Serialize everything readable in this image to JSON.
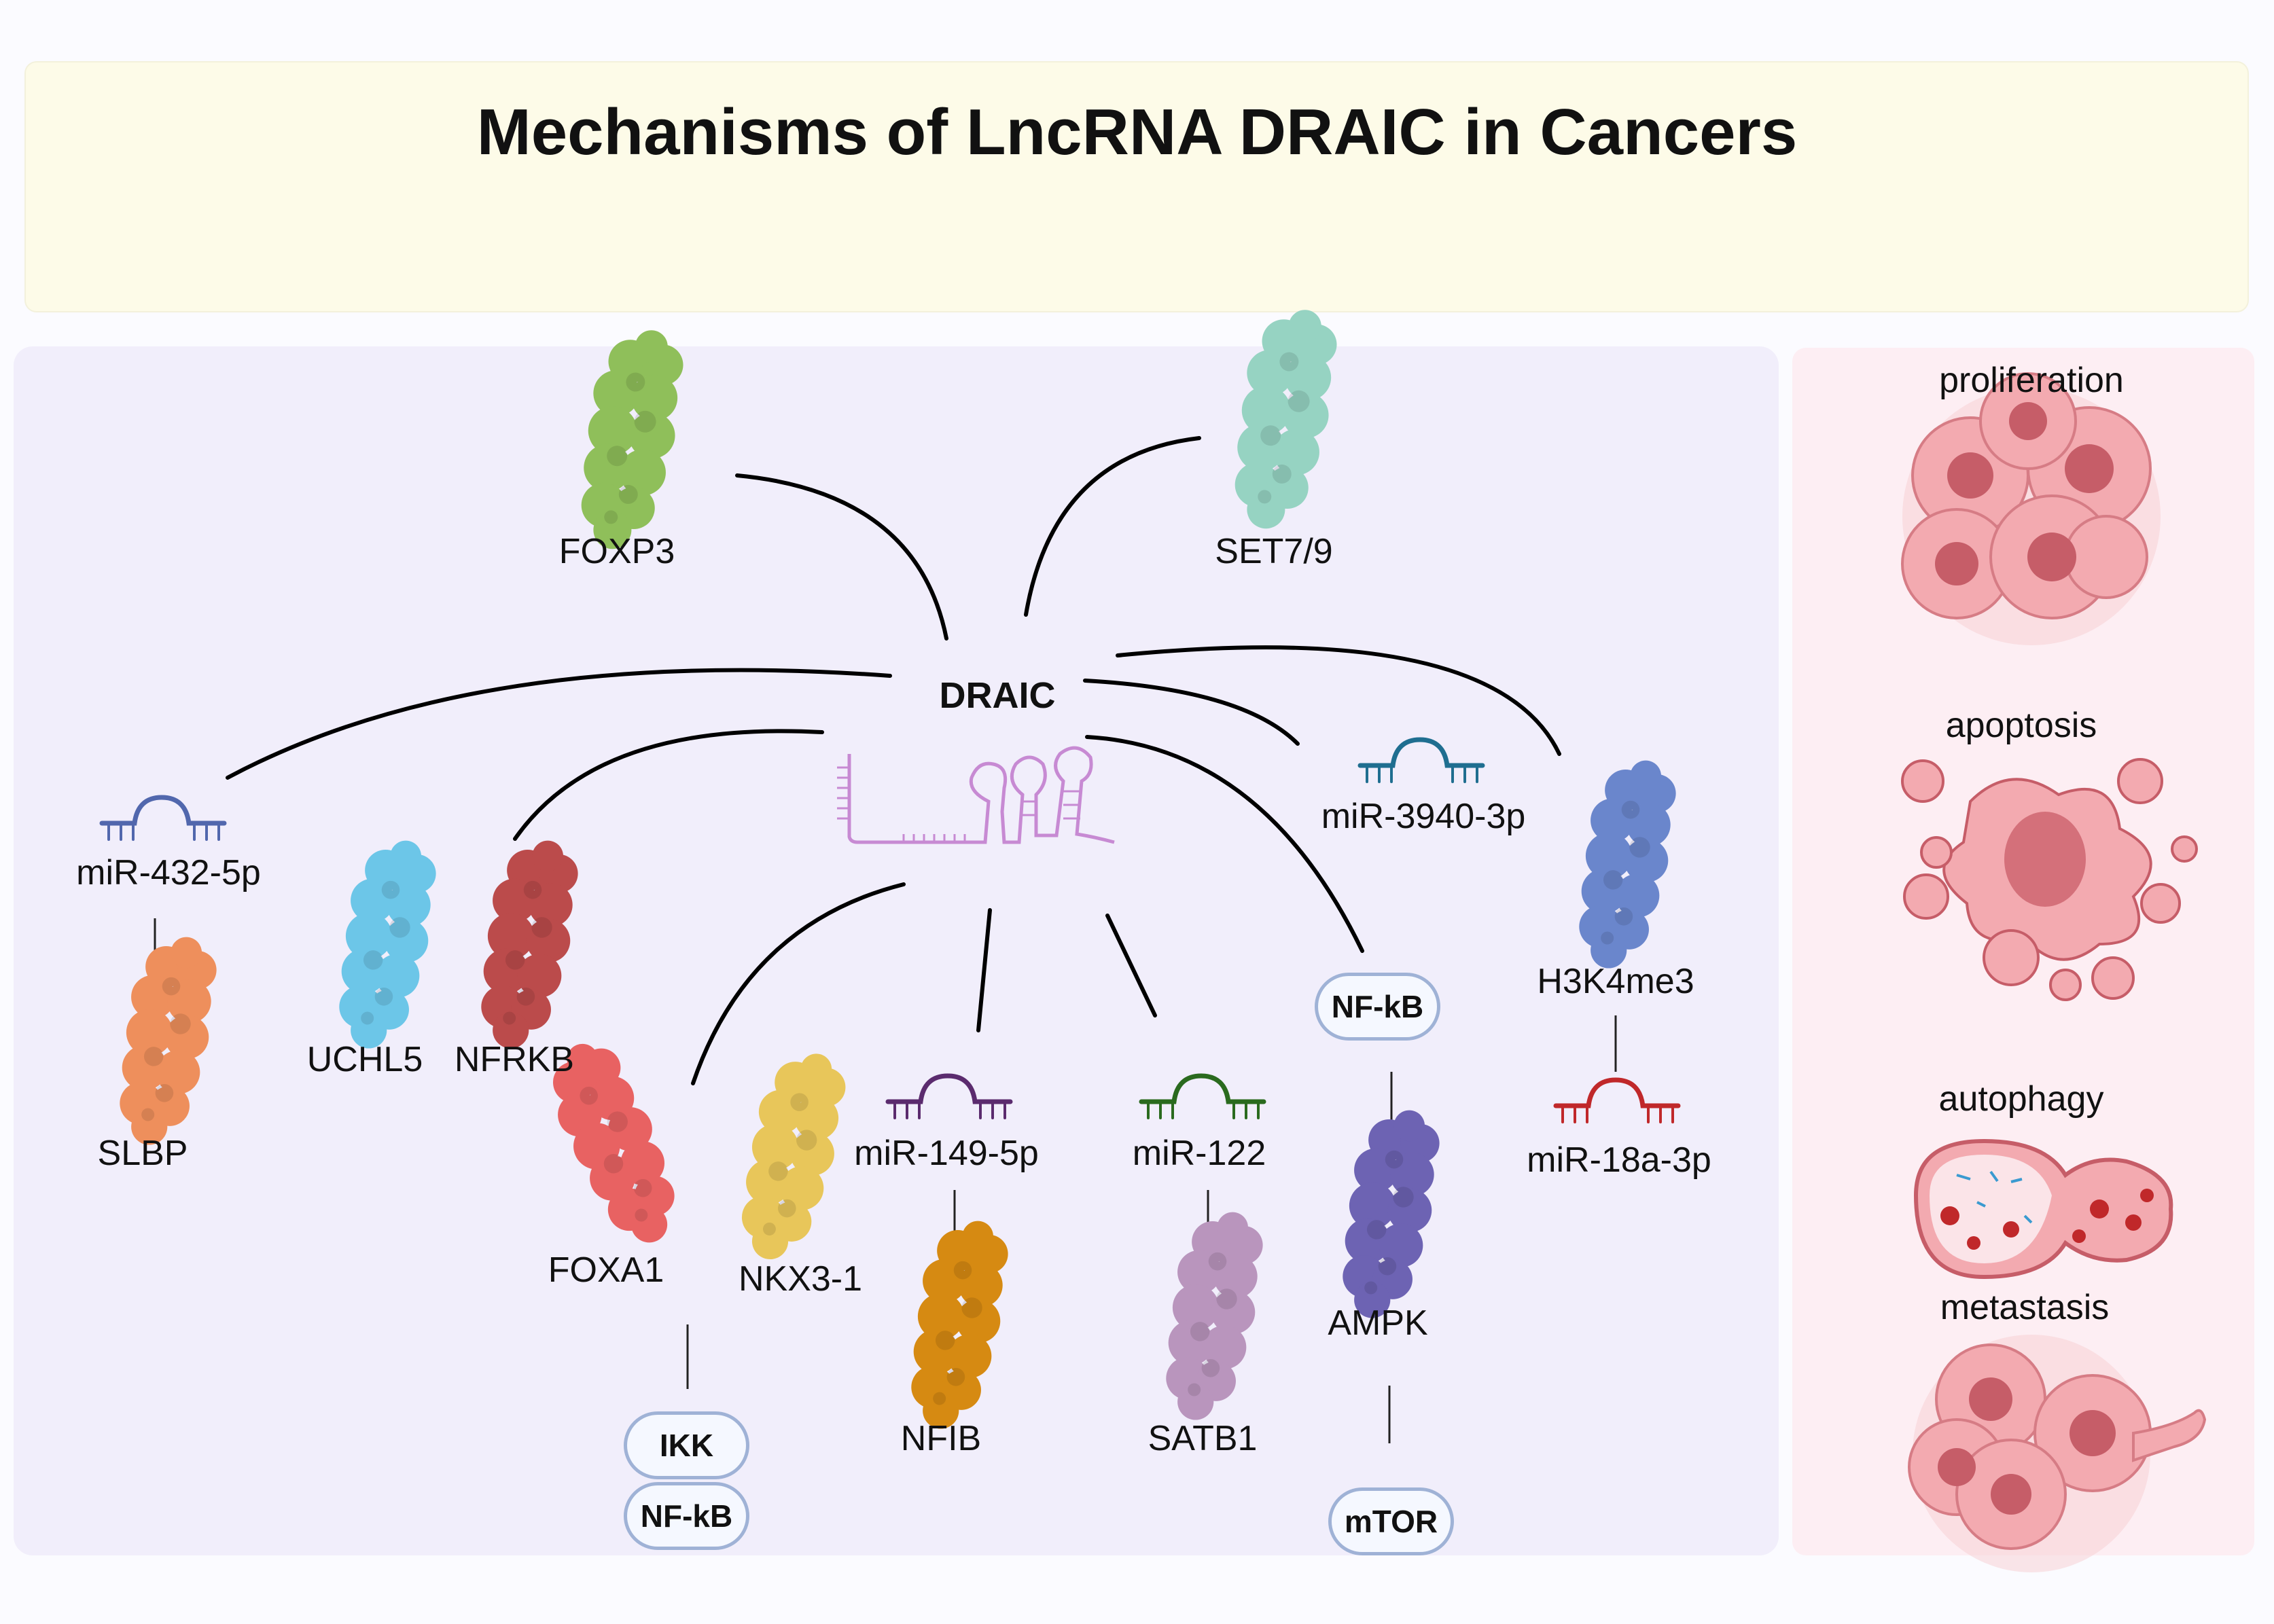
{
  "title": "Mechanisms of LncRNA DRAIC in Cancers",
  "center": "DRAIC",
  "proteins": {
    "foxp3": "FOXP3",
    "set79": "SET7/9",
    "slbp": "SLBP",
    "uchl5": "UCHL5",
    "nfrkb": "NFRKB",
    "foxa1": "FOXA1",
    "nkx31": "NKX3-1",
    "nfib": "NFIB",
    "satb1": "SATB1",
    "ampk": "AMPK",
    "h3k4me3": "H3K4me3"
  },
  "mirnas": {
    "mir432": "miR-432-5p",
    "mir149": "miR-149-5p",
    "mir122": "miR-122",
    "mir3940": "miR-3940-3p",
    "mir18a": "miR-18a-3p"
  },
  "pills": {
    "nfkb_right": "NF-kB",
    "mtor": "mTOR",
    "ikk": "IKK",
    "nfkb_left": "NF-kB"
  },
  "outcomes": {
    "proliferation": "proliferation",
    "apoptosis": "apoptosis",
    "autophagy": "autophagy",
    "metastasis": "metastasis"
  },
  "colors": {
    "foxp3": "#8fbf5a",
    "set79": "#96d3c2",
    "slbp": "#ee8f5c",
    "uchl5": "#6cc6e8",
    "nfrkb": "#bb4b4b",
    "foxa1": "#e86262",
    "nkx31": "#e8c65a",
    "nfib": "#d68a12",
    "satb1": "#b995bd",
    "ampk": "#6d63b3",
    "h3k4me3": "#6a86cc",
    "mir432": "#5167ad",
    "mir149": "#5b2b6e",
    "mir122": "#2a6a1e",
    "mir3940": "#1f6e90",
    "mir18a": "#c0282a",
    "draic": "#c78ad3",
    "cell": "#ec8f95"
  }
}
